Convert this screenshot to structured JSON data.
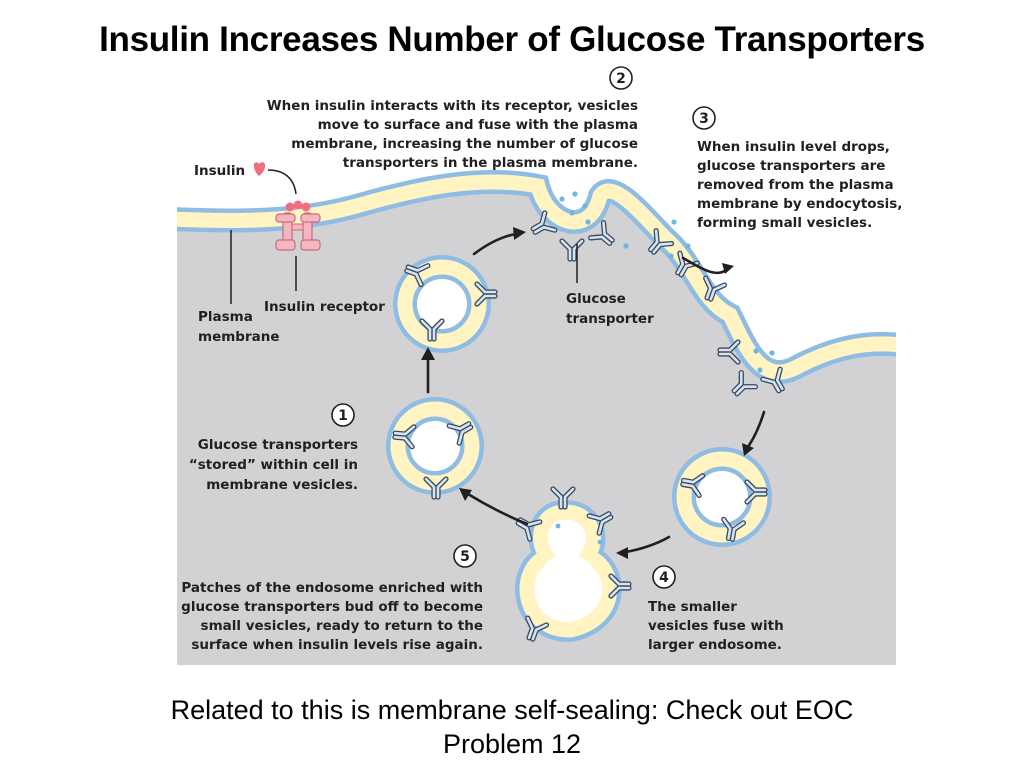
{
  "slide": {
    "title": "Insulin Increases Number of Glucose Transporters",
    "footer_line1": "Related to this is membrane self-sealing: Check out EOC",
    "footer_line2": "Problem 12"
  },
  "diagram": {
    "labels": {
      "insulin": "Insulin",
      "insulin_receptor": "Insulin receptor",
      "plasma_membrane": [
        "Plasma",
        "membrane"
      ],
      "glucose_transporter": [
        "Glucose",
        "transporter"
      ]
    },
    "steps": [
      {
        "number": "1",
        "lines": [
          "Glucose transporters",
          "“stored” within cell in",
          "membrane vesicles."
        ]
      },
      {
        "number": "2",
        "lines": [
          "When insulin interacts with its receptor, vesicles",
          "move to surface and fuse with the plasma",
          "membrane, increasing the number of glucose",
          "transporters in the plasma membrane."
        ]
      },
      {
        "number": "3",
        "lines": [
          "When insulin level drops,",
          "glucose transporters are",
          "removed from the plasma",
          "membrane by endocytosis,",
          "forming small vesicles."
        ]
      },
      {
        "number": "4",
        "lines": [
          "The smaller",
          "vesicles fuse with",
          "larger endosome."
        ]
      },
      {
        "number": "5",
        "lines": [
          "Patches of the endosome enriched with",
          "glucose transporters bud off to become",
          "small vesicles, ready to return to the",
          "surface when insulin levels rise again."
        ]
      }
    ],
    "colors": {
      "cytoplasm": "#d2d1d3",
      "membrane_fill": "#fff4c2",
      "membrane_edge": "#8fbce4",
      "transporter_fill": "#d4e4f3",
      "transporter_edge": "#3b4a5c",
      "receptor_fill": "#f4b7c1",
      "receptor_edge": "#c96b7c",
      "insulin": "#ef6f7f",
      "glucose_dot": "#6fb7e0"
    }
  }
}
